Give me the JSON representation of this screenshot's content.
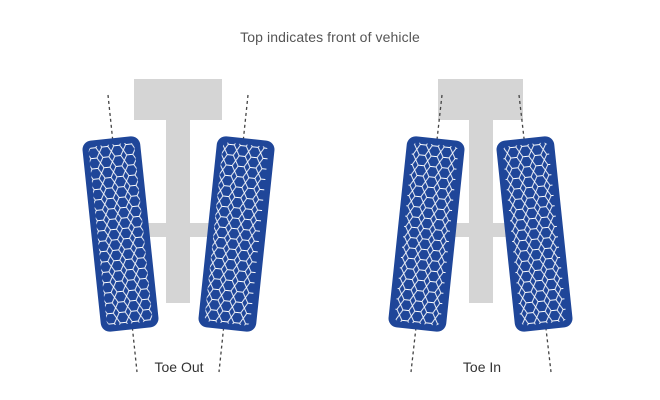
{
  "caption": "Top indicates front of vehicle",
  "panels": [
    {
      "label": "Toe Out"
    },
    {
      "label": "Toe In"
    }
  ],
  "colors": {
    "tire": "#1f4699",
    "tread_lines": "#ffffff",
    "axle": "#d5d5d5",
    "guide_line": "#444444",
    "caption_text": "#555555"
  },
  "icons": [
    "tire-tread-hexagon-pattern",
    "axle-frame",
    "dashed-alignment-line"
  ]
}
